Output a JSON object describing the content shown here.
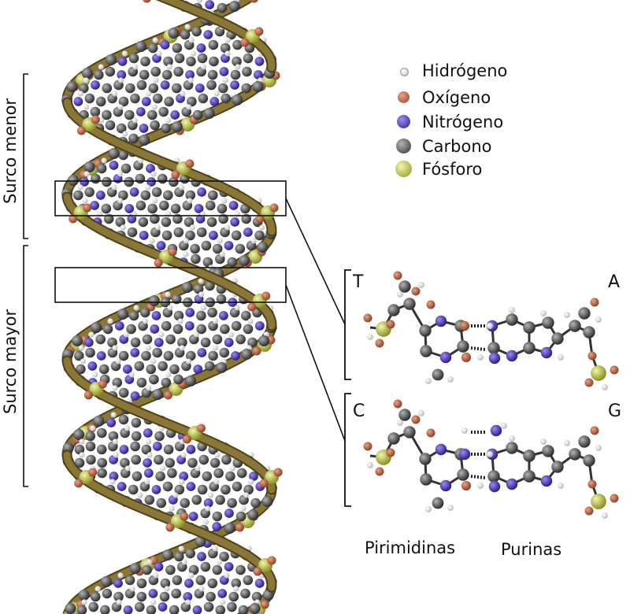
{
  "legend": [
    {
      "label": "Hidrógeno",
      "color": "#f2f2f2"
    },
    {
      "label": "Oxígeno",
      "color": "#c46c4c"
    },
    {
      "label": "Nitrógeno",
      "color": "#5a46c4"
    },
    {
      "label": "Carbono",
      "color": "#666666"
    },
    {
      "label": "Fósforo",
      "color": "#c4cc4c"
    }
  ],
  "grooves": {
    "minor": "Surco menor",
    "major": "Surco mayor"
  },
  "pairs": {
    "top": {
      "left": "T",
      "right": "A"
    },
    "bottom": {
      "left": "C",
      "right": "G"
    }
  },
  "types": {
    "pyrimidines": "Pirimidinas",
    "purines": "Purinas"
  },
  "colors": {
    "backbone": "#8a7636",
    "hydrogen": "#f2f2f2",
    "oxygen": "#c46c4c",
    "nitrogen": "#5a46c4",
    "carbon": "#666666",
    "phosphorus": "#c4cc4c"
  }
}
